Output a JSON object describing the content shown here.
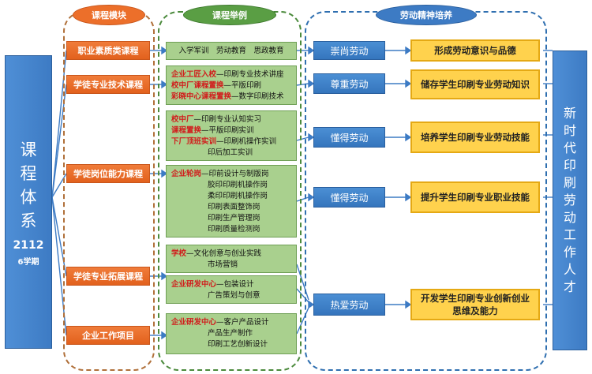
{
  "headers": {
    "modules": "课程模块",
    "examples": "课程举例",
    "cultivation": "劳动精神培养"
  },
  "left_panel": {
    "title": "课程体系",
    "code": "2112",
    "semesters": "6学期"
  },
  "modules": [
    "职业素质类课程",
    "学徒专业技术课程",
    "学徒岗位能力课程",
    "学徒专业拓展课程",
    "企业工作项目"
  ],
  "examples": [
    [
      {
        "lead": "",
        "text": "入学军训　劳动教育　思政教育"
      }
    ],
    [
      {
        "lead": "企业工匠入校",
        "text": "—印刷专业技术讲座"
      },
      {
        "lead": "校中厂课程置换",
        "text": "—平版印刷"
      },
      {
        "lead": "彩晓中心课程置换",
        "text": "—数字印刷技术"
      }
    ],
    [
      {
        "lead": "校中厂",
        "text": "—印刷专业认知实习"
      },
      {
        "lead": "课程置换",
        "text": "—平版印刷实训"
      },
      {
        "lead": "下厂顶班实训",
        "text": "—印刷机操作实训"
      },
      {
        "lead": "",
        "text": "印后加工实训"
      }
    ],
    [
      {
        "lead": "企业轮岗",
        "text": "—印前设计与制版岗"
      },
      {
        "lead": "",
        "text": "胶印印刷机操作岗"
      },
      {
        "lead": "",
        "text": "柔印印刷机操作岗"
      },
      {
        "lead": "",
        "text": "印刷表面整饰岗"
      },
      {
        "lead": "",
        "text": "印刷生产管理岗"
      },
      {
        "lead": "",
        "text": "印刷质量检测岗"
      }
    ],
    [
      {
        "lead": "学校",
        "text": "—文化创意与创业实践"
      },
      {
        "lead": "",
        "text": "市场营销"
      }
    ],
    [
      {
        "lead": "企业研发中心",
        "text": "—包装设计"
      },
      {
        "lead": "",
        "text": "广告策划与创意"
      }
    ],
    [
      {
        "lead": "企业研发中心",
        "text": "—客户产品设计"
      },
      {
        "lead": "",
        "text": "产品生产制作"
      },
      {
        "lead": "",
        "text": "印刷工艺创新设计"
      }
    ]
  ],
  "spirits": [
    "崇尚劳动",
    "尊重劳动",
    "懂得劳动",
    "懂得劳动",
    "热爱劳动"
  ],
  "outcomes": [
    "形成劳动意识与品德",
    "储存学生印刷专业劳动知识",
    "培养学生印刷专业劳动技能",
    "提升学生印刷专业职业技能",
    "开发学生印刷专业创新创业思维及能力"
  ],
  "right_panel": {
    "title": "新时代印刷劳动工作人才"
  },
  "colors": {
    "orange": "#e8692a",
    "green_box": "#a9d08e",
    "blue": "#3d7bc4",
    "yellow": "#ffd24d",
    "red_text": "#d11c1c"
  }
}
